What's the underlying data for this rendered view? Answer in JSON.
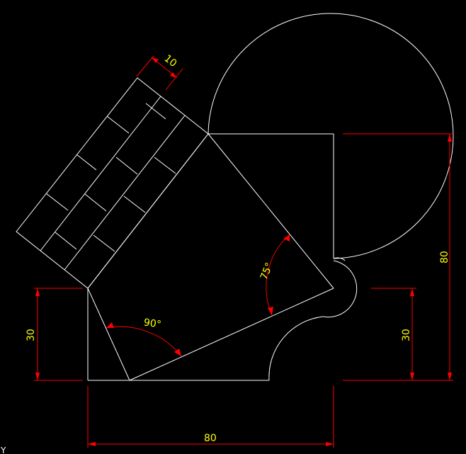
{
  "colors": {
    "background": "#000000",
    "geometry": "#ffffff",
    "dimension": "#ff0000",
    "dimension_text": "#ffff00"
  },
  "dimensions": {
    "brick_width": "10",
    "bottom_width": "80",
    "left_height": "30",
    "right_height": "30",
    "circle_height": "80",
    "angle_right": "90°",
    "angle_acute": "75°"
  },
  "ucs_icon_glyph": "Y"
}
